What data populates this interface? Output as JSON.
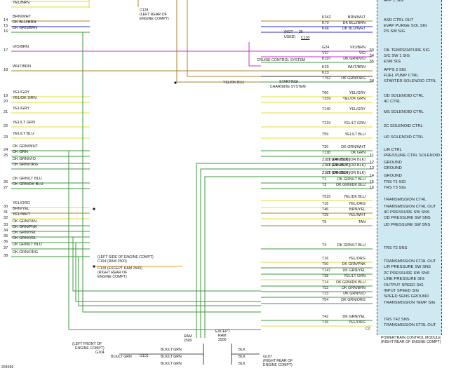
{
  "colors": {
    "yellow": "#e2dc3a",
    "green": "#3e9a3e",
    "magenta": "#c833c8",
    "tan": "#a8832f",
    "orange": "#f09a2a",
    "blue": "#2a2ad8",
    "red": "#e02020",
    "pcm_fill": "#cfe9f3"
  },
  "rows": [
    {
      "left_wire": "YEL/BRN",
      "code": "",
      "right_wire": "",
      "pin": "",
      "circuit": "APP 1 SIG"
    },
    {
      "left_wire": "YEL/BRN",
      "code": "",
      "right_wire": "",
      "pin": "",
      "circuit": ""
    },
    {
      "left_wire": "BRN/WHT",
      "code": "K342",
      "right_wire": "BRN/WHT",
      "pin": "",
      "circuit": "ASD CTRL OUT"
    },
    {
      "left_wire": "DK BLU/BRN",
      "code": "K70",
      "right_wire": "DK BLU/BRN",
      "pin": "",
      "circuit": "EVAP PURGE SOL SIG"
    },
    {
      "left_wire": "DK GRN/BRN",
      "code": "K66",
      "right_wire": "DK BLU/WHT",
      "pin": "",
      "circuit": "PS SW SIG"
    },
    {
      "left_wire": "VIO/BRN",
      "code": "G24",
      "right_wire": "VIO/BRN",
      "pin": "33",
      "circuit": "OIL TEMPERATURE SIG"
    },
    {
      "left_wire": "",
      "code": "V37",
      "right_wire": "VIO",
      "pin": "34",
      "circuit": "S/C SW 1 SIG"
    },
    {
      "left_wire": "",
      "code": "K107",
      "right_wire": "DK GRN/VIO",
      "pin": "35",
      "circuit": "ESM SIG"
    },
    {
      "left_wire": "WHT/BRN",
      "code": "K29",
      "right_wire": "WHT/BRN",
      "pin": "",
      "circuit": "APPS 2 SIG"
    },
    {
      "left_wire": "",
      "code": "K23",
      "right_wire": "",
      "pin": "",
      "circuit": "FUEL PUMP CTRL"
    },
    {
      "left_wire": "",
      "code": "T752",
      "right_wire": "DK GRN/ORG",
      "pin": "38",
      "circuit": "STARTER SOLENOID CTRL"
    },
    {
      "left_wire": "YEL/GRY",
      "code": "T60",
      "right_wire": "YEL/GRY",
      "pin": "",
      "circuit": "OD SOLENOID CTRL"
    },
    {
      "left_wire": "YEL/DK GRN",
      "code": "T259",
      "right_wire": "YEL/DK GRN",
      "pin": "",
      "circuit": "4C CTRL"
    },
    {
      "left_wire": "YEL/GRY",
      "code": "T140",
      "right_wire": "YEL/GRY",
      "pin": "",
      "circuit": "MS SOLENOID CTRL"
    },
    {
      "left_wire": "YEL/LT GRN",
      "code": "T219",
      "right_wire": "YEL/LT GRN",
      "pin": "",
      "circuit": "2C SOLENOID CTRL"
    },
    {
      "left_wire": "YEL/LT BLU",
      "code": "T59",
      "right_wire": "YEL/LT BLU",
      "pin": "",
      "circuit": "UD SOLENOID CTRL"
    },
    {
      "left_wire": "DK GRN/WHT",
      "code": "T20",
      "right_wire": "DK GRN/WHT",
      "pin": "",
      "circuit": "L/R CTRL"
    },
    {
      "left_wire": "DK GRN",
      "code": "T118",
      "right_wire": "DK GRN",
      "pin": "11",
      "circuit": "PRESSURE CTRL SOLENOID"
    },
    {
      "left_wire": "DK GRN/VIO",
      "code": "Z133 (OR Z908)",
      "right_wire": "LT GRN/BLK (OR BLK)",
      "pin": "12",
      "circuit": "GROUND"
    },
    {
      "left_wire": "DK GRN/ORG",
      "code": "Z133 (OR Z977)",
      "right_wire": "LT GRN/BLK (OR BLK)",
      "pin": "13",
      "circuit": "GROUND"
    },
    {
      "left_wire": "",
      "code": "Z133 (OR Z904)",
      "right_wire": "LT GRN/BLK (OR BLK)",
      "pin": "14",
      "circuit": "GROUND"
    },
    {
      "left_wire": "DK GRN/LT BLU",
      "code": "T1",
      "right_wire": "DK GRN/LT BLU",
      "pin": "15",
      "circuit": "TRS T1 SIG"
    },
    {
      "left_wire": "DK GRN/DK BLU",
      "code": "T3",
      "right_wire": "DK GRN/DK BLU",
      "pin": "16",
      "circuit": "TRS T3 SIG"
    },
    {
      "left_wire": "",
      "code": "T515",
      "right_wire": "YEL/DK BLU",
      "pin": "",
      "circuit": "TRANSMISSION CTRL"
    },
    {
      "left_wire": "YEL/ORG",
      "code": "T16",
      "right_wire": "YEL/ORG",
      "pin": "",
      "circuit": "TRANSMISSION CTRL OUT"
    },
    {
      "left_wire": "BRN/YEL",
      "code": "T46",
      "right_wire": "BRN/YEL",
      "pin": "",
      "circuit": "4C PRESSURE SW SNS"
    },
    {
      "left_wire": "YEL/WHT",
      "code": "T29",
      "right_wire": "YEL/WHT",
      "pin": "",
      "circuit": "OD PRESSURE SW SNS"
    },
    {
      "left_wire": "DK GRN/TAN",
      "code": "T9",
      "right_wire": "TAN",
      "pin": "",
      "circuit": "UD PRESSURE SW SNS"
    },
    {
      "left_wire": "DK GRN/PNK",
      "code": "",
      "right_wire": "",
      "pin": "",
      "circuit": ""
    },
    {
      "left_wire": "DK GRN/YEL",
      "code": "",
      "right_wire": "",
      "pin": "",
      "circuit": ""
    },
    {
      "left_wire": "DK GRN/YEL",
      "code": "",
      "right_wire": "",
      "pin": "",
      "circuit": ""
    },
    {
      "left_wire": "DK GRN/LT BLU",
      "code": "T4",
      "right_wire": "DK GRN/LT BLU",
      "pin": "",
      "circuit": "TRS T2 SNS"
    },
    {
      "left_wire": "DK GRN/ORG",
      "code": "",
      "right_wire": "",
      "pin": "",
      "circuit": ""
    },
    {
      "left_wire": "",
      "code": "T16",
      "right_wire": "YEL/ORG",
      "pin": "",
      "circuit": "TRANSMISSION CTRL OUT"
    },
    {
      "left_wire": "",
      "code": "T50",
      "right_wire": "DK GRN/PNK",
      "pin": "",
      "circuit": "L/R PRESSURE SW SNS"
    },
    {
      "left_wire": "",
      "code": "T147",
      "right_wire": "DK GRN/YEL",
      "pin": "",
      "circuit": "2C PRESSURE SW SNS"
    },
    {
      "left_wire": "",
      "code": "T38",
      "right_wire": "YEL/LT GRN",
      "pin": "",
      "circuit": "LINE PRESSURE SIG"
    },
    {
      "left_wire": "",
      "code": "T14",
      "right_wire": "DK GRN/DK BLU",
      "pin": "",
      "circuit": "OUTPUT SPEED SIG"
    },
    {
      "left_wire": "",
      "code": "T52",
      "right_wire": "DK GRN/BRN",
      "pin": "",
      "circuit": "INPUT SPEED SIG"
    },
    {
      "left_wire": "",
      "code": "T13",
      "right_wire": "DK GRN/VIO",
      "pin": "",
      "circuit": "SPEED SENS GROUND"
    },
    {
      "left_wire": "",
      "code": "T54",
      "right_wire": "DK GRN/ORG",
      "pin": "",
      "circuit": "TRANSMISSION TEMP SIG"
    },
    {
      "left_wire": "",
      "code": "",
      "right_wire": "",
      "pin": "",
      "circuit": ""
    },
    {
      "left_wire": "",
      "code": "T42",
      "right_wire": "DK GRN/YEL",
      "pin": "",
      "circuit": "TRS T42 SNS"
    },
    {
      "left_wire": "",
      "code": "T16",
      "right_wire": "YEL/ORG",
      "pin": "",
      "circuit": "TRANSMISSION CTRL OUT"
    }
  ],
  "left_pins": [
    {
      "pin": "14",
      "row": 2
    },
    {
      "pin": "15",
      "row": 3
    },
    {
      "pin": "16",
      "row": 4
    },
    {
      "pin": "17",
      "row": 5
    },
    {
      "pin": "18",
      "row": 8
    },
    {
      "pin": "19",
      "row": 11
    },
    {
      "pin": "20",
      "row": 12
    },
    {
      "pin": "21",
      "row": 13
    },
    {
      "pin": "22",
      "row": 14
    },
    {
      "pin": "23",
      "row": 15
    },
    {
      "pin": "24",
      "row": 16
    },
    {
      "pin": "25",
      "row": 17
    },
    {
      "pin": "26",
      "row": 21
    },
    {
      "pin": "27",
      "row": 22
    },
    {
      "pin": "30",
      "row": 24
    },
    {
      "pin": "31",
      "row": 25
    },
    {
      "pin": "32",
      "row": 26
    },
    {
      "pin": "33",
      "row": 27
    },
    {
      "pin": "34",
      "row": 28
    },
    {
      "pin": "35",
      "row": 29
    },
    {
      "pin": "36",
      "row": 30
    },
    {
      "pin": "37",
      "row": 31
    },
    {
      "pin": "38",
      "row": 32
    }
  ],
  "wire_notes": {
    "c128_l1": "C128",
    "c128_l2": "(LEFT REAR OF",
    "c128_l3": "ENGINE COMPT)",
    "not_used_l1": "(NOT",
    "not_used_l2": "USED)",
    "not_used_pin": "25",
    "c130": "C130",
    "cruise": "CRUISE CONTROL SYSTEM",
    "yel_dk_blu": "YEL/DK BLU",
    "starting_l1": "STARTING/",
    "starting_l2": "CHARGING SYSTEM",
    "ram_l1": "RAM",
    "ram_l2": "2500",
    "except_l1": "EXCEPT",
    "except_l2": "RAM",
    "except_l3": "2500",
    "blk": "BLK",
    "blk_lt_grn": "BLK/LT GRN"
  },
  "connector_notes": {
    "c194_l1": "(LEFT SIDE OF ENGINE COMPT)",
    "c194_l2": "C194 (RAM 2500)",
    "c128b_l1": "C128 (EXCEPT RAM 2500)",
    "c128b_l2": "(RIGHT REAR OF",
    "c128b_l3": "ENGINE COMPT)"
  },
  "ground_notes": {
    "g104_l1": "(LEFT FRONT OF",
    "g104_l2": "ENGINE COMPT)",
    "g104_l3": "G104",
    "g101_l1": "G101",
    "g107_l1": "G107",
    "g107_l2": "(RIGHT REAR OF",
    "g107_l3": "ENGINE COMPT)"
  },
  "module": {
    "label_l1": "POWERTRAIN CONTROL MODULE",
    "label_l2": "(RIGHT REAR OF ENGINE COMPT)",
    "connector_id": "C2"
  },
  "figure_id": "264696"
}
